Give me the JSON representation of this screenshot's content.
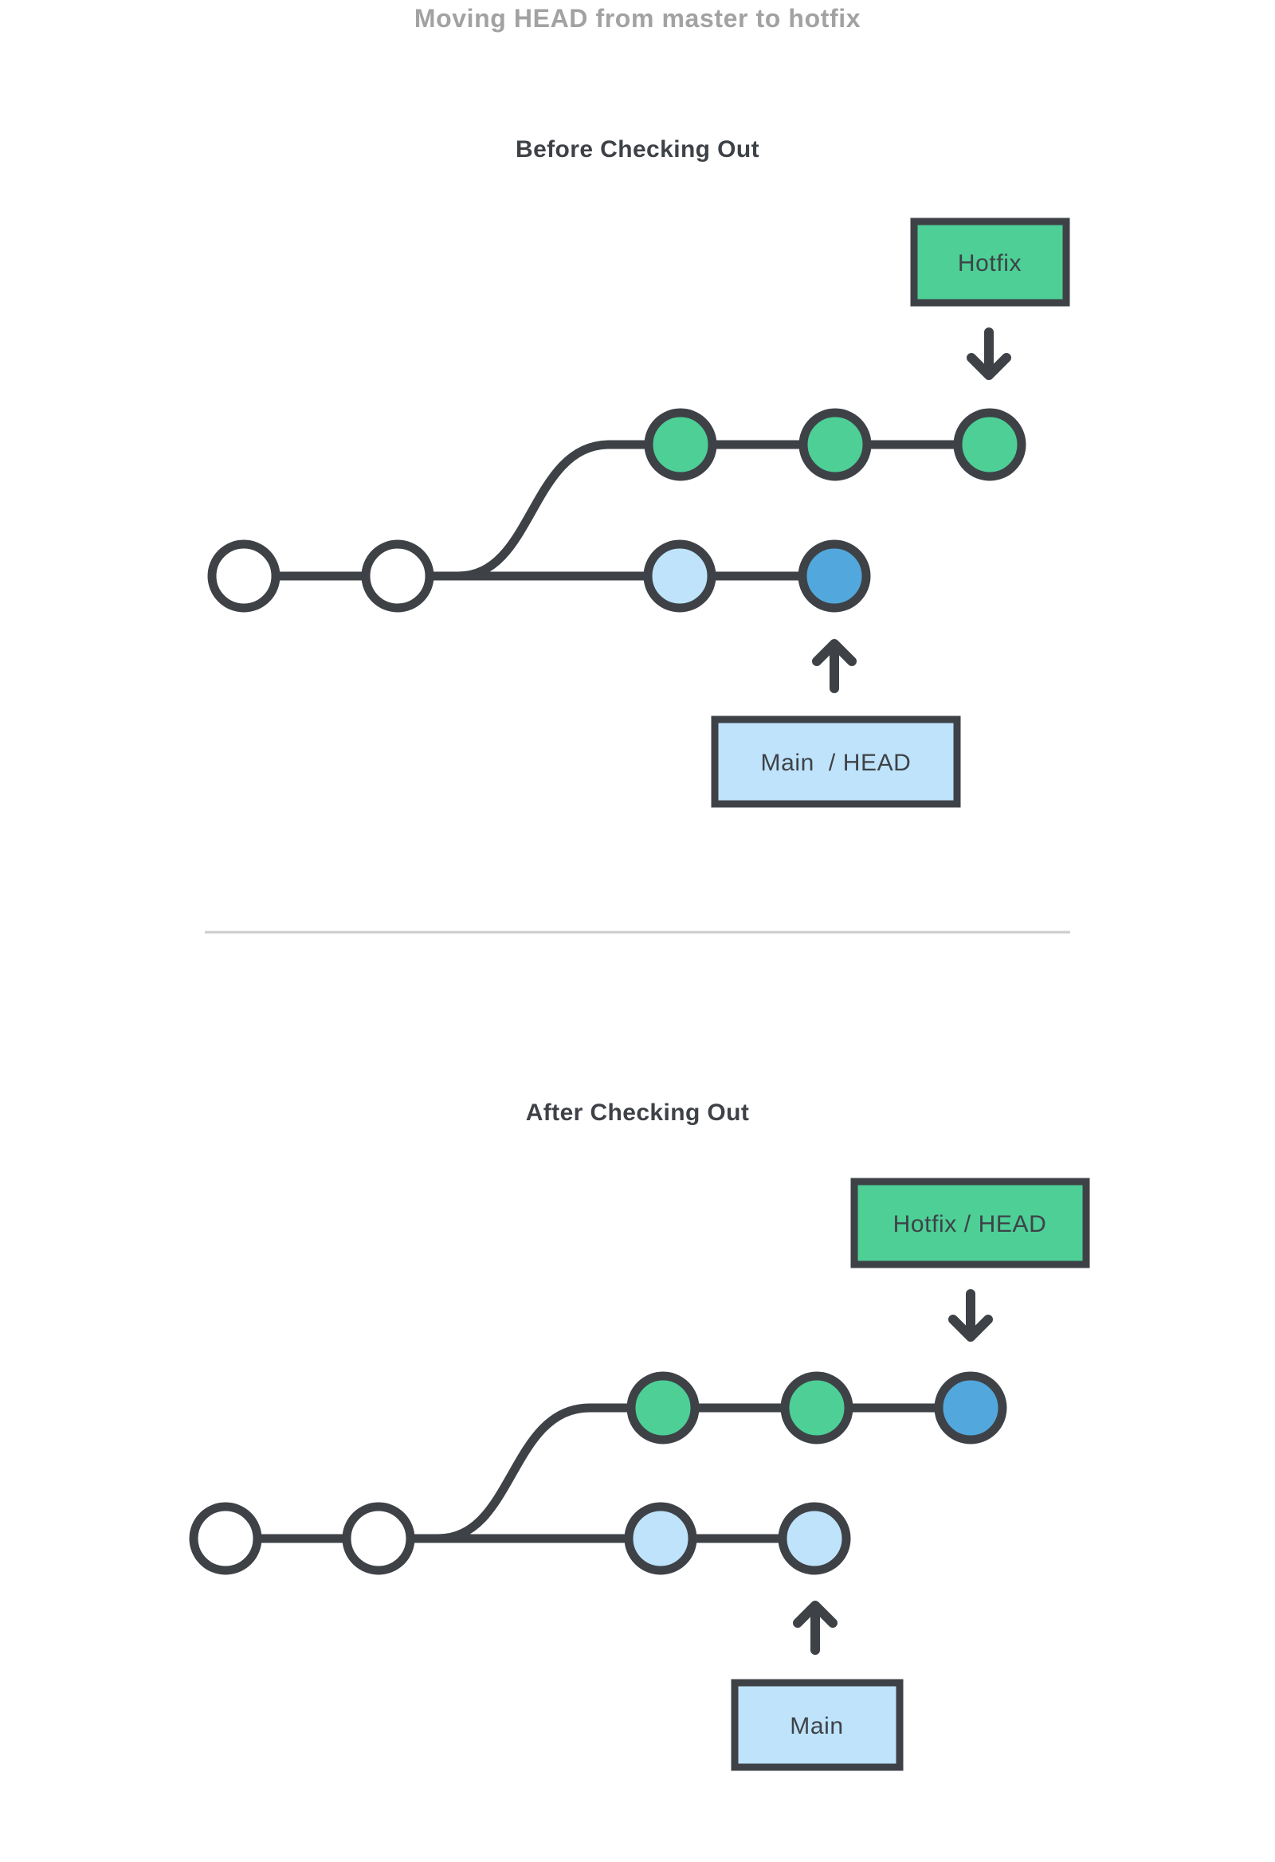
{
  "page": {
    "title": "Moving HEAD from master to hotfix"
  },
  "colors": {
    "outline_dark": "#3E4247",
    "green": "#4DCF96",
    "light_blue": "#BEE3FA",
    "blue": "#52A8DC",
    "white": "#FFFFFF",
    "title_gray": "#A2A2A2",
    "divider_gray": "#CBCBCB"
  },
  "before": {
    "heading": "Before Checking Out",
    "hotfix_label": "Hotfix",
    "main_label": "Main  / HEAD",
    "hotfix_branch_commits": [
      "green",
      "green",
      "green"
    ],
    "main_branch_commits": [
      "white",
      "white",
      "light_blue",
      "blue"
    ]
  },
  "after": {
    "heading": "After Checking Out",
    "hotfix_label": "Hotfix / HEAD",
    "main_label": "Main",
    "hotfix_branch_commits": [
      "green",
      "green",
      "blue"
    ],
    "main_branch_commits": [
      "white",
      "white",
      "light_blue",
      "light_blue"
    ]
  }
}
